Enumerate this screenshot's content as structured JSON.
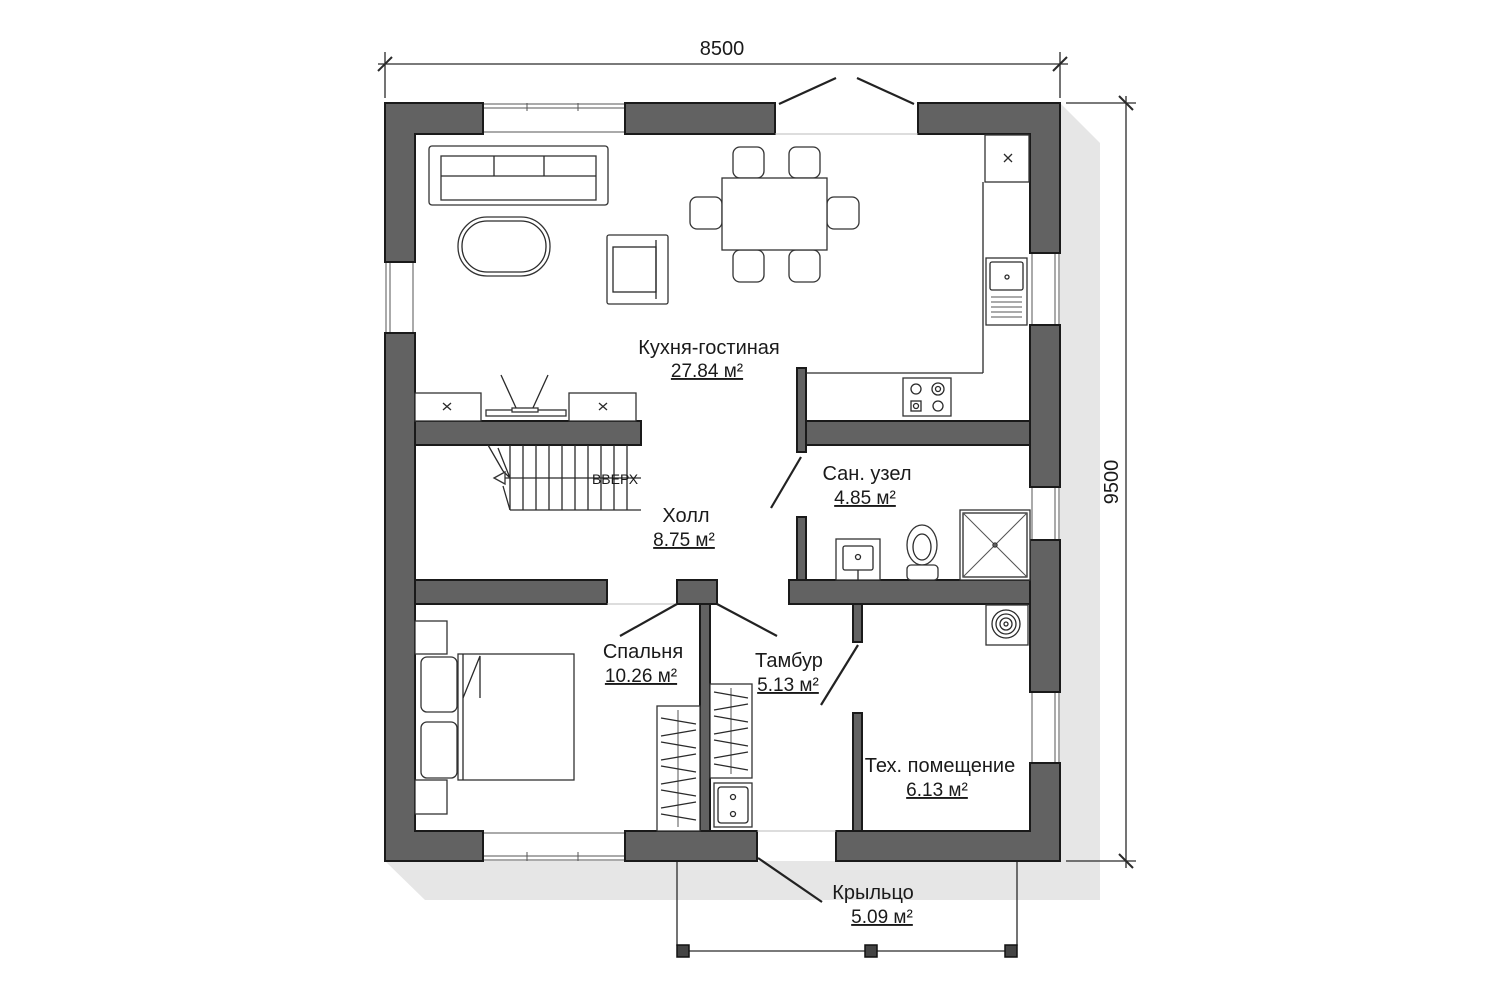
{
  "plan": {
    "dimensions": {
      "width": "8500",
      "depth": "9500"
    },
    "stairs_label": "ВВЕРХ",
    "rooms": [
      {
        "name": "Кухня-гостиная",
        "area": "27.84 м²"
      },
      {
        "name": "Холл",
        "area": "8.75 м²"
      },
      {
        "name": "Сан. узел",
        "area": "4.85 м²"
      },
      {
        "name": "Спальня",
        "area": "10.26 м²"
      },
      {
        "name": "Тамбур",
        "area": "5.13 м²"
      },
      {
        "name": "Тех. помещение",
        "area": "6.13 м²"
      },
      {
        "name": "Крыльцо",
        "area": "5.09 м²"
      }
    ]
  },
  "colors": {
    "wall": "#626262",
    "shadow": "#e6e6e6"
  }
}
